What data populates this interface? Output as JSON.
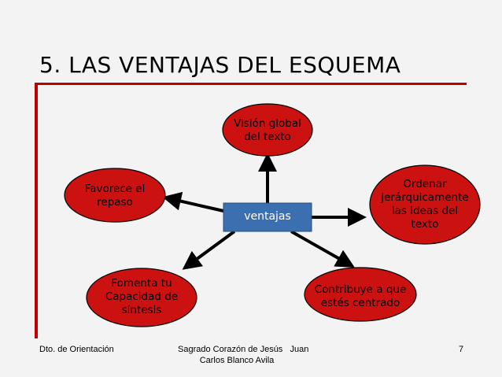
{
  "slide": {
    "title": "5. LAS VENTAJAS DEL ESQUEMA",
    "accent_color": "#c00000",
    "node_fill": "#cc1111",
    "center_fill": "#3b6fb0"
  },
  "diagram": {
    "center": "ventajas",
    "nodes": {
      "top": "Visión global\ndel texto",
      "left": "Favorece el\nrepaso",
      "right": "Ordenar\njerárquicamente\nlas ideas del\ntexto",
      "bottom_left": "Fomenta tu\nCapacidad de\nsíntesis",
      "bottom_right": "Contribuye a que\nestés centrado"
    }
  },
  "footer": {
    "left": "Dto. de Orientación",
    "center_line1": "Sagrado Corazón de Jesús   Juan",
    "center_line2": "Carlos Blanco Avila",
    "page": "7"
  }
}
